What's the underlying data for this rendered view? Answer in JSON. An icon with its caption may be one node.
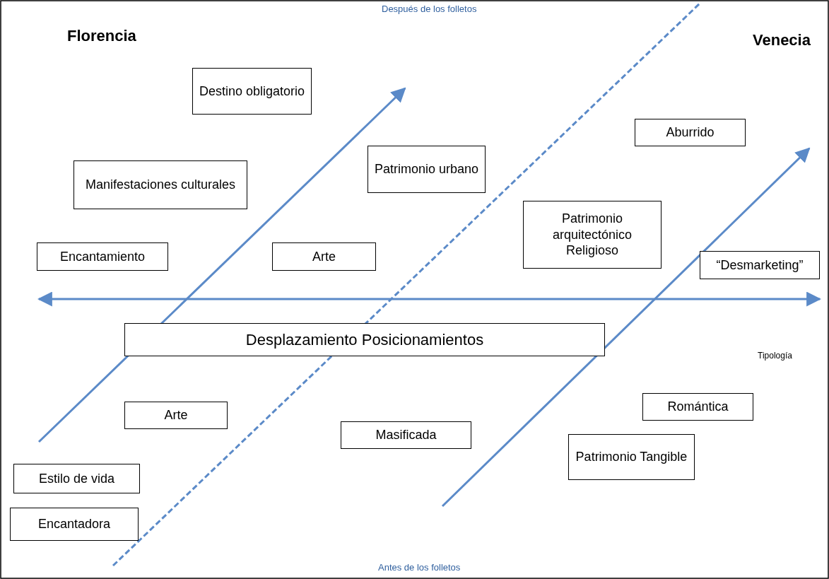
{
  "diagram": {
    "nodes": [
      {
        "text": [
          "Destino obligatorio"
        ]
      },
      {
        "text": [
          "Manifestaciones culturales"
        ]
      },
      {
        "text": [
          "Patrimonio urbano"
        ]
      },
      {
        "text": [
          "Aburrido"
        ]
      },
      {
        "text": [
          "Encantamiento"
        ]
      },
      {
        "text": [
          "Arte"
        ]
      },
      {
        "text": [
          "Patrimonio arquitectónico Religioso"
        ]
      },
      {
        "text": [
          "“Desmarketing”"
        ]
      },
      {
        "text": [
          "Desplazamiento Posicionamientos"
        ]
      },
      {
        "text": [
          "Romántica"
        ]
      },
      {
        "text": [
          "Arte"
        ]
      },
      {
        "text": [
          "Masificada"
        ]
      },
      {
        "text": [
          "Patrimonio Tangible"
        ]
      },
      {
        "text": [
          "Estilo de vida"
        ]
      },
      {
        "text": [
          "Encantadora"
        ]
      }
    ],
    "edges": [],
    "labels": [
      "Florencia",
      "Después de los folletos",
      "Venecia",
      "Tipología",
      "Antes de los folletos"
    ]
  }
}
